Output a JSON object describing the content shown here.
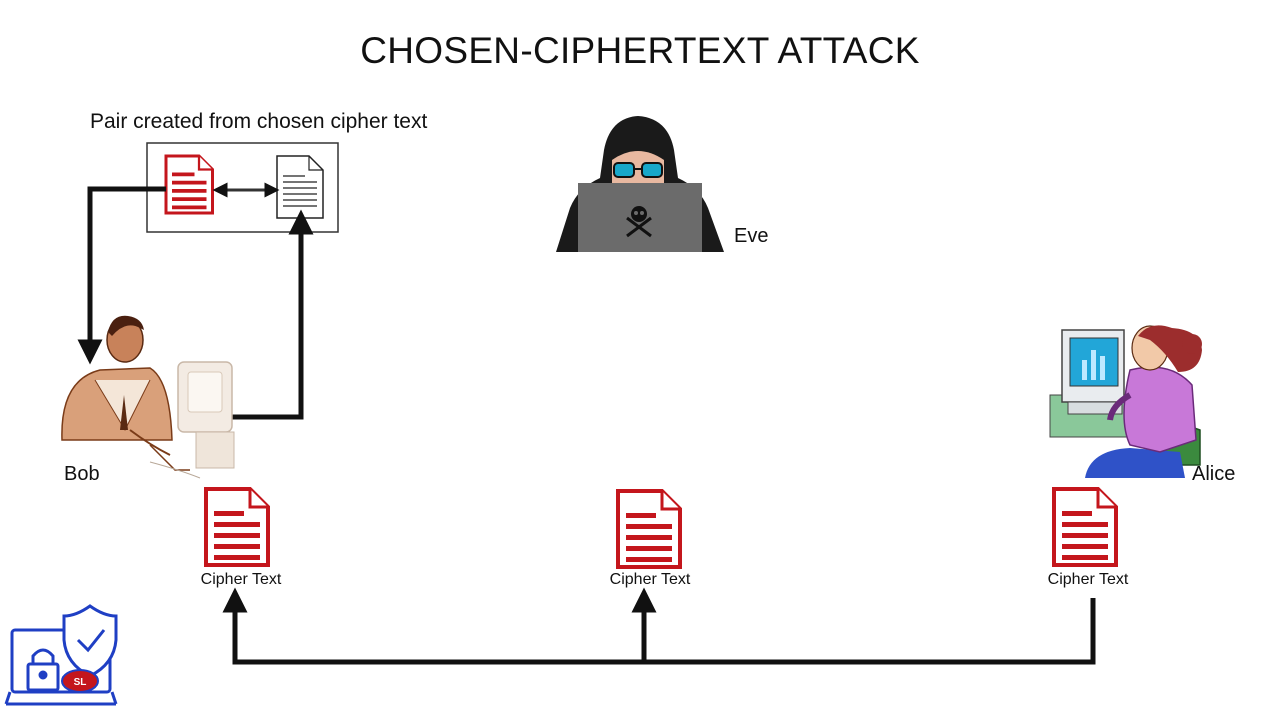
{
  "title": "CHOSEN-CIPHERTEXT ATTACK",
  "pair_box": {
    "label": "Pair created from chosen cipher text"
  },
  "actors": {
    "eve": "Eve",
    "bob": "Bob",
    "alice": "Alice"
  },
  "ciphertexts": [
    {
      "label": "Cipher Text"
    },
    {
      "label": "Cipher Text"
    },
    {
      "label": "Cipher Text"
    }
  ],
  "colors": {
    "document_red": "#c4161c",
    "arrow": "#111111",
    "logo_blue": "#1f3fc4",
    "laptop_gray": "#6b6b6b",
    "hood_black": "#1a1a1a",
    "goggle_cyan": "#19a7c9",
    "alice_shirt": "#c878d8",
    "alice_chair": "#3b8a3e",
    "bob_skin": "#c8825a"
  },
  "icons": {
    "red_document": "red-document-icon",
    "white_document": "white-document-icon",
    "hacker": "hacker-icon",
    "skull": "skull-crossbones-icon",
    "logo": "security-shield-logo-icon"
  }
}
